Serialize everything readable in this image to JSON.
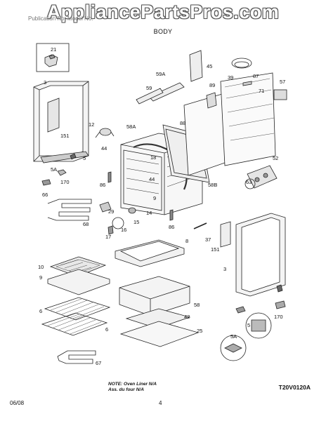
{
  "watermark": "AppliancePartsPros.com",
  "header_strip": "Publication No.        Model No.",
  "section_title": "BODY",
  "note_line1": "NOTE: Oven Liner N/A",
  "note_line2": "Ass. du four N/A",
  "figure_code": "T20V0120A",
  "footer_date": "06/08",
  "page_number": "4",
  "callouts": [
    "21",
    "3",
    "151",
    "5",
    "5A",
    "170",
    "66",
    "68",
    "12",
    "44",
    "58A",
    "18",
    "86",
    "29",
    "14",
    "16",
    "15",
    "17",
    "86",
    "44",
    "8",
    "9",
    "59A",
    "59",
    "45",
    "39",
    "87",
    "89",
    "57",
    "71",
    "88",
    "58B",
    "52",
    "63",
    "37",
    "151",
    "3",
    "10",
    "9",
    "6",
    "6",
    "58",
    "42",
    "25",
    "67",
    "5",
    "5A",
    "170"
  ]
}
